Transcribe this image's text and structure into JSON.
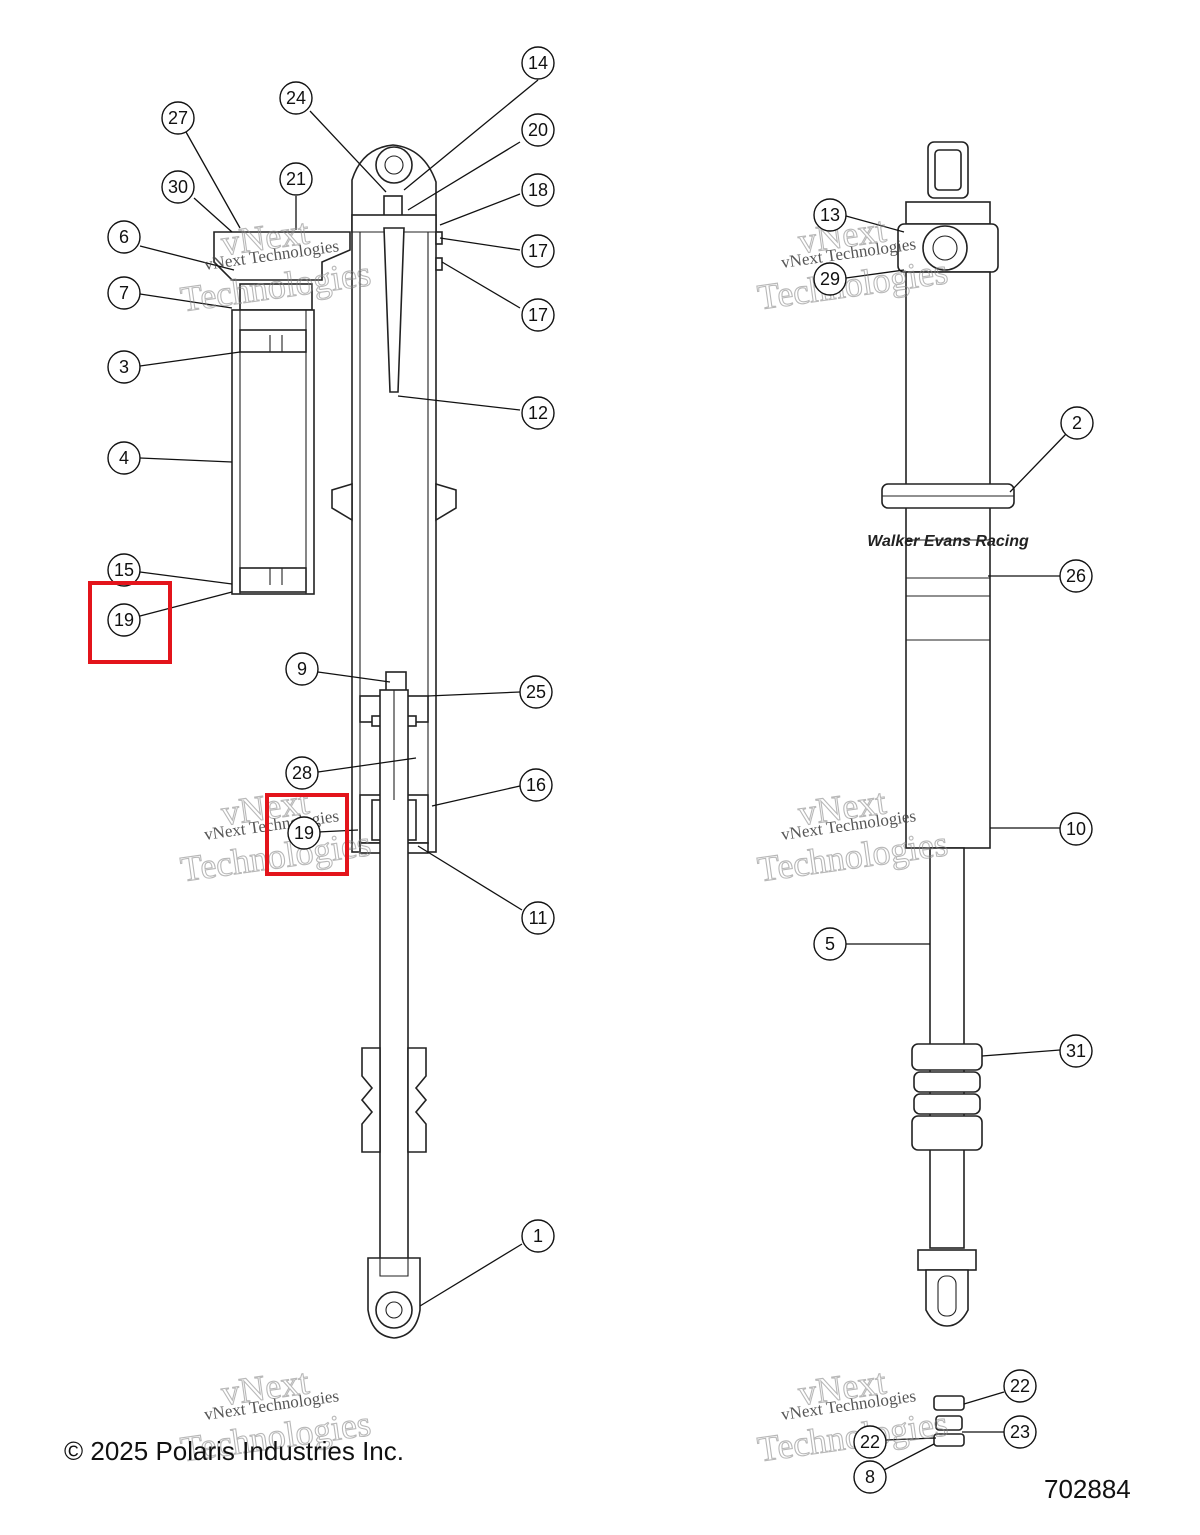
{
  "diagram": {
    "copyright": "© 2025 Polaris Industries Inc.",
    "drawing_number": "702884",
    "brand_mark": "Walker Evans Racing",
    "watermark": {
      "line1": "vNext Technologies",
      "line2": "vNext",
      "line3": "Technologies"
    },
    "callouts": [
      "14",
      "24",
      "20",
      "27",
      "21",
      "30",
      "18",
      "17",
      "6",
      "7",
      "3",
      "12",
      "4",
      "15",
      "19",
      "9",
      "25",
      "28",
      "16",
      "11",
      "1",
      "13",
      "29",
      "2",
      "26",
      "10",
      "5",
      "31",
      "22",
      "23",
      "8"
    ],
    "highlighted_callouts": [
      "19"
    ]
  }
}
